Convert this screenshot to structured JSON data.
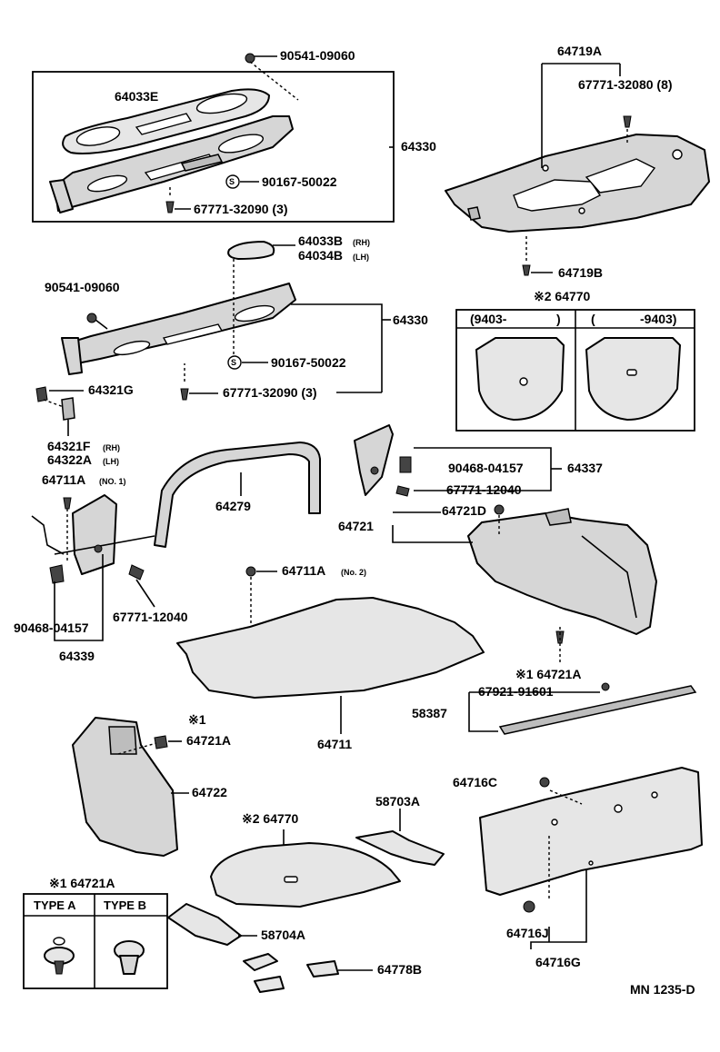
{
  "diagram_code": "MN 1235-D",
  "labels": {
    "l_90541_top": "90541-09060",
    "l_64033E": "64033E",
    "l_64330_top": "64330",
    "l_90167_top": "90167-50022",
    "l_67771_32090_top": "67771-32090 (3)",
    "l_64719A": "64719A",
    "l_67771_32080": "67771-32080 (8)",
    "l_64719B": "64719B",
    "l_64033B": "64033B",
    "l_64033B_sfx": "(RH)",
    "l_64034B": "64034B",
    "l_64034B_sfx": "(LH)",
    "l_90541_mid": "90541-09060",
    "l_64330_mid": "64330",
    "l_90167_mid": "90167-50022",
    "l_64321G": "64321G",
    "l_67771_32090_mid": "67771-32090 (3)",
    "l_64770_top": "※2 64770",
    "l_9403_from": "(9403-",
    "l_9403_close": ")",
    "l_9403_open": "(",
    "l_9403_to": "-9403)",
    "l_64321F": "64321F",
    "l_64321F_sfx": "(RH)",
    "l_64322A": "64322A",
    "l_64322A_sfx": "(LH)",
    "l_64711A_no1": "64711A",
    "l_64711A_no1_sfx": "(NO. 1)",
    "l_64279": "64279",
    "l_90468_right": "90468-04157",
    "l_64337": "64337",
    "l_67771_12040_right": "67771-12040",
    "l_64721D": "64721D",
    "l_64721": "64721",
    "l_64711A_no2": "64711A",
    "l_64711A_no2_sfx": "(No. 2)",
    "l_67771_12040_left": "67771-12040",
    "l_90468_left": "90468-04157",
    "l_64339": "64339",
    "l_64721A_star": "※1 64721A",
    "l_67921": "67921-91601",
    "l_58387": "58387",
    "l_64711": "64711",
    "l_star1": "※1",
    "l_64721A_mid": "64721A",
    "l_64722": "64722",
    "l_64716C": "64716C",
    "l_64770_bot": "※2 64770",
    "l_58703A": "58703A",
    "l_64721A_type_title": "※1 64721A",
    "l_type_a": "TYPE A",
    "l_type_b": "TYPE B",
    "l_58704A": "58704A",
    "l_64778B": "64778B",
    "l_64716J": "64716J",
    "l_64716G": "64716G"
  }
}
